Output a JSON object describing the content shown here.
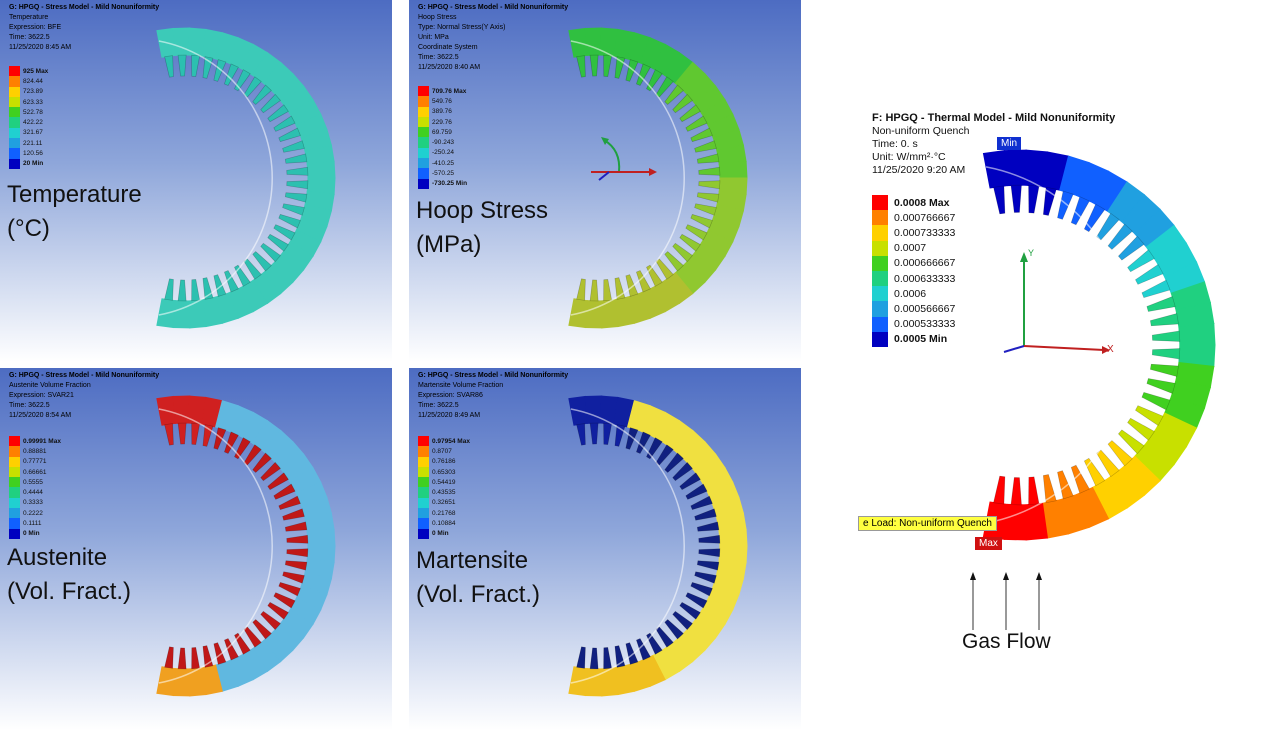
{
  "colors": {
    "legend_scale": [
      "#ff0000",
      "#ff8000",
      "#ffd000",
      "#c8e000",
      "#40d020",
      "#20d080",
      "#20d0d0",
      "#20a0e0",
      "#1060ff",
      "#0000c0"
    ]
  },
  "panels": [
    {
      "id": "temperature",
      "header": [
        "G: HPGQ - Stress Model - Mild Nonuniformity",
        "Temperature",
        "Expression: BFE",
        "Time: 3622.5",
        "11/25/2020 8:45 AM"
      ],
      "legend": [
        "925 Max",
        "824.44",
        "723.89",
        "623.33",
        "522.78",
        "422.22",
        "321.67",
        "221.11",
        "120.56",
        "20 Min"
      ],
      "label": [
        "Temperature",
        "(°C)"
      ]
    },
    {
      "id": "hoop-stress",
      "header": [
        "G: HPGQ - Stress Model - Mild Nonuniformity",
        "Hoop Stress",
        "Type: Normal Stress(Y Axis)",
        "Unit: MPa",
        "Coordinate System",
        "Time: 3622.5",
        "11/25/2020 8:40 AM"
      ],
      "legend": [
        "709.76 Max",
        "549.76",
        "389.76",
        "229.76",
        "69.759",
        "-90.243",
        "-250.24",
        "-410.25",
        "-570.25",
        "-730.25 Min"
      ],
      "label": [
        "Hoop Stress",
        "(MPa)"
      ]
    },
    {
      "id": "austenite",
      "header": [
        "G: HPGQ - Stress Model - Mild Nonuniformity",
        "Austenite Volume Fraction",
        "Expression: SVAR21",
        "Time: 3622.5",
        "11/25/2020 8:54 AM"
      ],
      "legend": [
        "0.99991 Max",
        "0.88881",
        "0.77771",
        "0.66661",
        "0.5555",
        "0.4444",
        "0.3333",
        "0.2222",
        "0.1111",
        "0 Min"
      ],
      "label": [
        "Austenite",
        "(Vol. Fract.)"
      ]
    },
    {
      "id": "martensite",
      "header": [
        "G: HPGQ - Stress Model - Mild Nonuniformity",
        "Martensite Volume Fraction",
        "Expression: SVAR86",
        "Time: 3622.5",
        "11/25/2020 8:49 AM"
      ],
      "legend": [
        "0.97954 Max",
        "0.8707",
        "0.76186",
        "0.65303",
        "0.54419",
        "0.43535",
        "0.32651",
        "0.21768",
        "0.10884",
        "0 Min"
      ],
      "label": [
        "Martensite",
        "(Vol. Fract.)"
      ]
    }
  ],
  "thermal": {
    "header": [
      "F: HPGQ - Thermal Model - Mild Nonuniformity",
      "Non-uniform Quench",
      "Time: 0. s",
      "Unit: W/mm²·°C",
      "11/25/2020 9:20 AM"
    ],
    "legend": [
      "0.0008 Max",
      "0.000766667",
      "0.000733333",
      "0.0007",
      "0.000666667",
      "0.000633333",
      "0.0006",
      "0.000566667",
      "0.000533333",
      "0.0005 Min"
    ],
    "min_tag": "Min",
    "max_tag": "Max",
    "load_tag": "e Load: Non-uniform Quench",
    "axis_x": "X",
    "axis_y": "Y",
    "gas_flow": "Gas Flow"
  }
}
